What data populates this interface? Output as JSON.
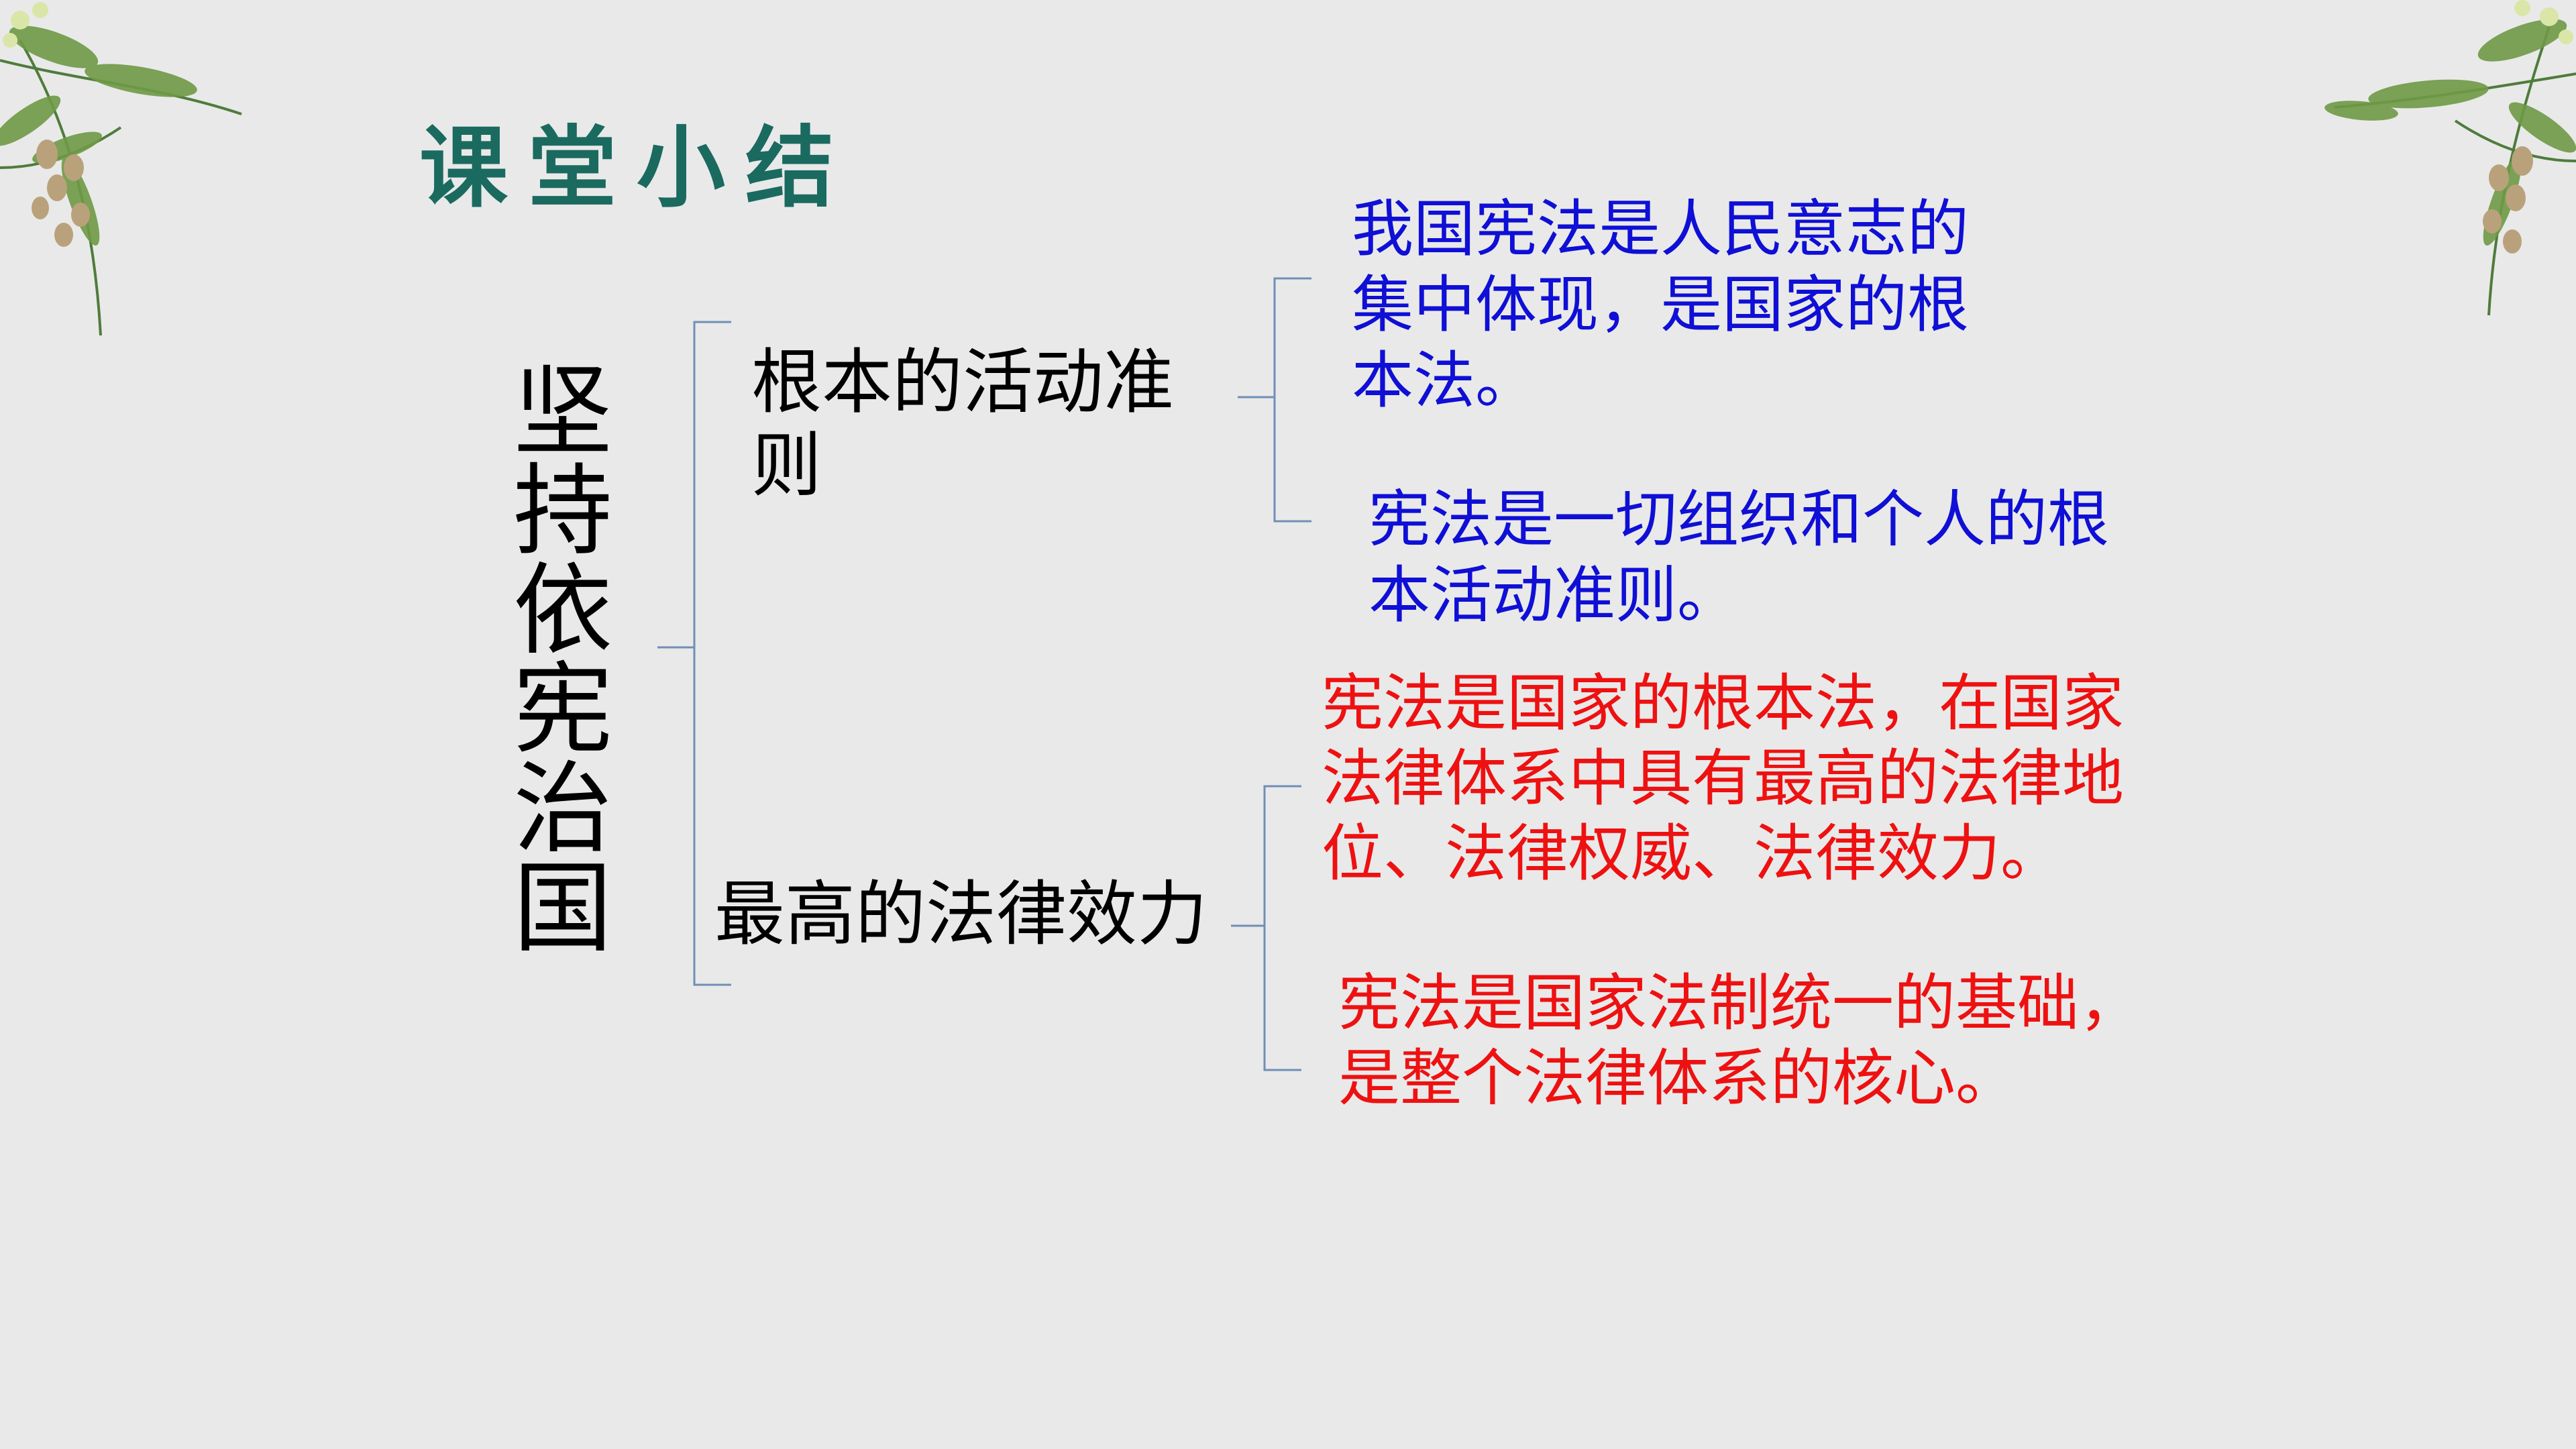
{
  "slide": {
    "title": "课堂小结",
    "main_topic": "坚持依宪治国",
    "branches": [
      {
        "label": "根本的活动准则",
        "points": [
          "我国宪法是人民意志的集中体现，是国家的根本法。",
          "宪法是一切组织和个人的根本活动准则。"
        ]
      },
      {
        "label": "最高的法律效力",
        "points": [
          "宪法是国家的根本法，在国家法律体系中具有最高的法律地位、法律权威、法律效力。",
          "宪法是国家法制统一的基础，是整个法律体系的核心。"
        ]
      }
    ]
  },
  "colors": {
    "background": "#e9e9e9",
    "title": "#1a6a60",
    "primary_text": "#000000",
    "blue_text": "#0f0fd6",
    "red_text": "#ee1111",
    "bracket_line": "#6f8fb6"
  },
  "decorations": [
    "leaf-branch-left-icon",
    "leaf-branch-right-icon"
  ]
}
